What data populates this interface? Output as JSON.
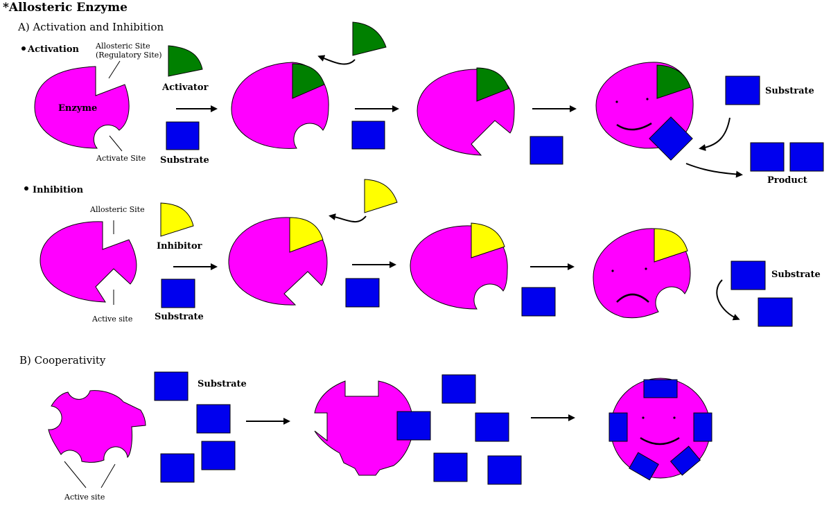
{
  "title": "*Allosteric Enzyme",
  "section_a": "A) Activation and Inhibition",
  "section_b": "B) Cooperativity",
  "activation": {
    "heading": "Activation",
    "allosteric_site_line1": "Allosteric Site",
    "allosteric_site_line2": "(Regulatory Site)",
    "enzyme": "Enzyme",
    "activate_site": "Activate Site",
    "activator": "Activator",
    "substrate": "Substrate",
    "substrate_right": "Substrate",
    "product": "Product"
  },
  "inhibition": {
    "heading": "Inhibition",
    "allosteric_site": "Allosteric Site",
    "active_site": "Active site",
    "inhibitor": "Inhibitor",
    "substrate": "Substrate",
    "substrate_right": "Substrate"
  },
  "cooperativity": {
    "substrate": "Substrate",
    "active_site": "Active site"
  },
  "colors": {
    "enzyme": "#ff00ff",
    "substrate": "#0000ee",
    "activator": "#008000",
    "inhibitor": "#ffff00"
  }
}
